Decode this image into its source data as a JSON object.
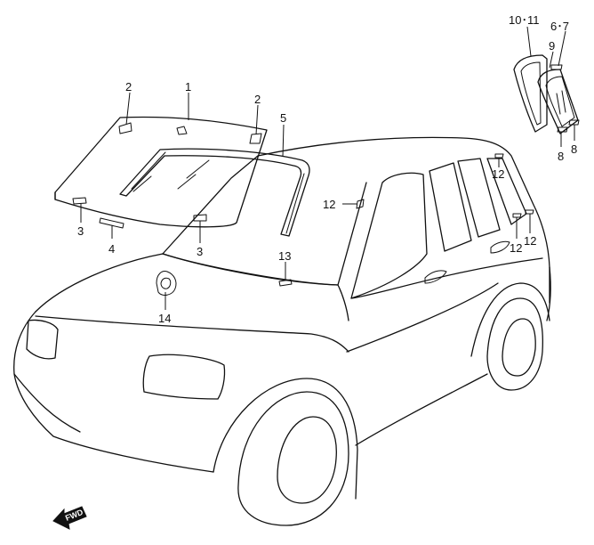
{
  "callouts": {
    "c1": "1",
    "c2a": "2",
    "c2b": "2",
    "c3a": "3",
    "c3b": "3",
    "c4": "4",
    "c5": "5",
    "c6_7": "6･7",
    "c8a": "8",
    "c8b": "8",
    "c9": "9",
    "c10_11": "10･11",
    "c12a": "12",
    "c12b": "12",
    "c12c": "12",
    "c12d": "12",
    "c13": "13",
    "c14": "14"
  },
  "direction_badge": "FWD",
  "colors": {
    "line": "#111111",
    "background": "#ffffff"
  }
}
